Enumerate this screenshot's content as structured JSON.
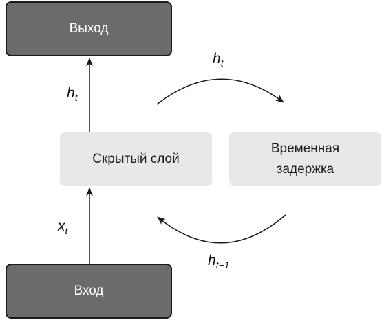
{
  "boxes": {
    "output": "Выход",
    "input": "Вход",
    "hidden": "Скрытый слой",
    "delay_line1": "Временная",
    "delay_line2": "задержка"
  },
  "labels": {
    "h": "h",
    "x": "x",
    "sub_t": "t",
    "sub_t_minus_1": "t−1"
  },
  "colors": {
    "dark_box": "#6b6b6b",
    "light_box": "#e8e8e8",
    "stroke": "#1a1a1a"
  }
}
